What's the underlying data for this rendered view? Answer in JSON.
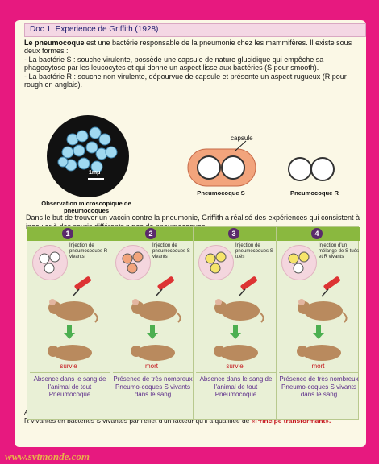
{
  "doc": {
    "title": "Doc 1:  Experience de Griffith (1928)"
  },
  "intro": {
    "p1_bold": "Le pneumocoque",
    "p1_rest": " est une bactérie responsable de la pneumonie chez les mammifères. Il existe sous deux formes :",
    "s_line": "- La bactérie  S : souche virulente, possède une capsule de nature glucidique qui empêche sa phagocytose par les leucocytes et qui donne un aspect lisse aux bactéries (S pour smooth).",
    "r_line": "- La bactérie R : souche non virulente, dépourvue de capsule et présente un aspect rugueux (R pour rough en anglais)."
  },
  "figures": {
    "scale": "1mμ",
    "micro_caption": "Observation microscopique de pneumocoques",
    "capsule_label": "capsule",
    "s_label": "Pneumocoque S",
    "r_label": "Pneumocoque R"
  },
  "paragraph2": "Dans le but de trouver un vaccin contre la pneumonie, Griffith a réalisé des expériences qui consistent à inoculer à des souris différents types de pneumocoques.",
  "experiments": [
    {
      "num": "1",
      "injection": "Injection de pneumocoques R vivants",
      "verdict": "survie",
      "result": "Absence dans le sang de l'animal de tout Pneumocoque"
    },
    {
      "num": "2",
      "injection": "Injection de pneumocoques S vivants",
      "verdict": "mort",
      "result": "Présence de très nombreux Pneumo-coques S vivants dans le sang"
    },
    {
      "num": "3",
      "injection": "Injection de pneumocoques S tués",
      "verdict": "survie",
      "result": "Absence dans le sang de l'animal de tout Pneumocoque"
    },
    {
      "num": "4",
      "injection": "Injection d'un mélange de S tués et R vivants",
      "verdict": "mort",
      "result": "Présence de très nombreux Pneumo-coques S vivants dans le sang"
    }
  ],
  "footer": {
    "text": "A partir des informations tirées des expériences, Griffith a admis l'idée qu'il y a eu transforma-tion des bactéries R vivantes en bactéries S vivantes par l'effet d'un facteur qu'il a qualifiée de ",
    "highlight": "«Principe transformant»."
  },
  "watermark": "www.svtmonde.com",
  "colors": {
    "border": "#e7197f",
    "accent": "#8ab83f",
    "title": "#1a1a6b",
    "result": "#5b2b8a",
    "verdict": "#c4161c"
  }
}
